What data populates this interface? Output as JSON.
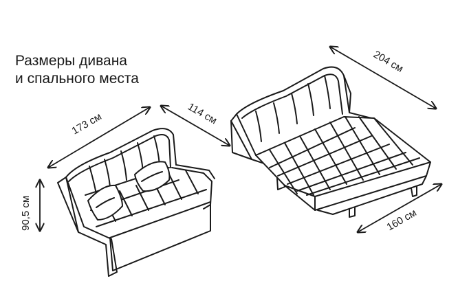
{
  "title": {
    "line1": "Размеры дивана",
    "line2": "и спального места"
  },
  "dimensions": {
    "sofa_width": "173 см",
    "sofa_depth": "114 см",
    "sofa_height": "90,5 см",
    "bed_length": "204 см",
    "bed_width": "160 см"
  },
  "colors": {
    "line": "#1a1a1a",
    "background": "#ffffff"
  }
}
